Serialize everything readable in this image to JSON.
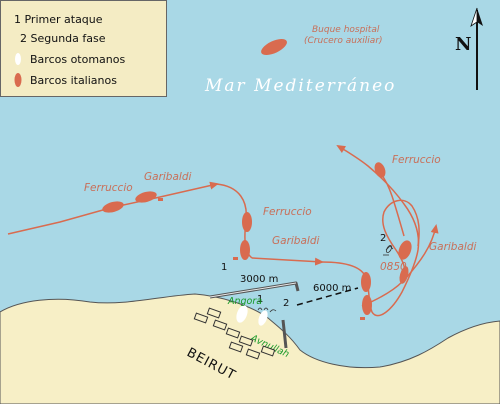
{
  "legend": {
    "phase1": "1 Primer ataque",
    "phase2": "2 Segunda fase",
    "ottoman": "Barcos otomanos",
    "italian": "Barcos italianos"
  },
  "sea_name": "Mar Mediterráneo",
  "north": "N",
  "hospital_ship": {
    "line1": "Buque hospital",
    "line2": "(Crucero auxiliar)"
  },
  "ships": {
    "ferruccio_a": "Ferruccio",
    "garibaldi_a": "Garibaldi",
    "ferruccio_b": "Ferruccio",
    "garibaldi_b": "Garibaldi",
    "ferruccio_c": "Ferruccio",
    "garibaldi_c": "Garibaldi"
  },
  "ottoman_ships": {
    "angora": "Angora",
    "avnillah": "Avnullah"
  },
  "time_label": "0850",
  "distances": {
    "d3000": "3000 m",
    "d6000": "6000 m"
  },
  "phases": {
    "p1_left": "1",
    "p1_harbor": "1",
    "p2_harbor": "2",
    "p2_right": "2"
  },
  "city": "BEIRUT",
  "colors": {
    "sea": "#a9d8e6",
    "land": "#f7efc6",
    "italian": "#d96b4f",
    "ottoman": "#ffffff",
    "track": "#d96b4f",
    "label_green": "#1a9a2a"
  }
}
